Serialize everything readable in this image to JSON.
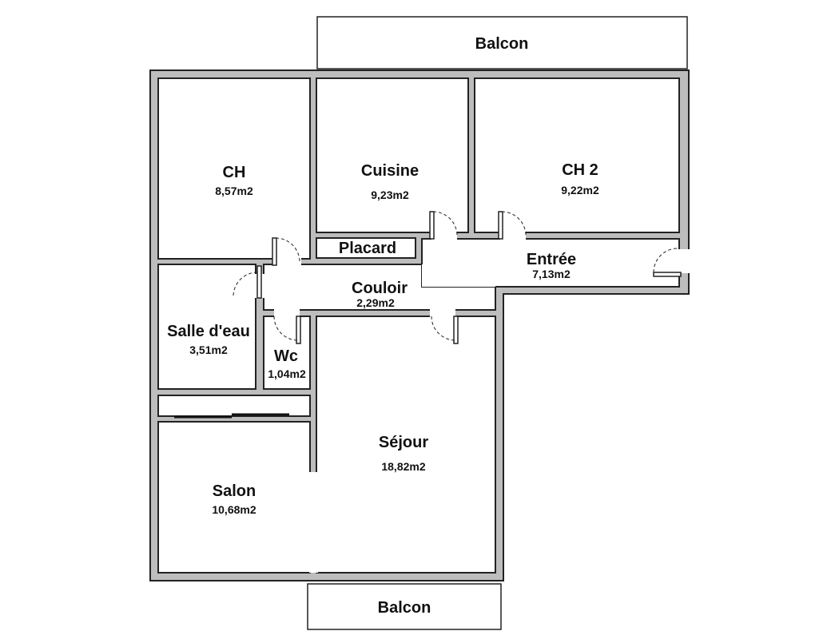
{
  "balconies": {
    "top": "Balcon",
    "bottom": "Balcon"
  },
  "rooms": {
    "ch": {
      "name": "CH",
      "area": "8,57m2"
    },
    "cuisine": {
      "name": "Cuisine",
      "area": "9,23m2"
    },
    "ch2": {
      "name": "CH 2",
      "area": "9,22m2"
    },
    "placard": {
      "name": "Placard"
    },
    "entree": {
      "name": "Entrée",
      "area": "7,13m2"
    },
    "couloir": {
      "name": "Couloir",
      "area": "2,29m2"
    },
    "salle_eau": {
      "name": "Salle d'eau",
      "area": "3,51m2"
    },
    "wc": {
      "name": "Wc",
      "area": "1,04m2"
    },
    "sejour": {
      "name": "Séjour",
      "area": "18,82m2"
    },
    "salon": {
      "name": "Salon",
      "area": "10,68m2"
    }
  }
}
